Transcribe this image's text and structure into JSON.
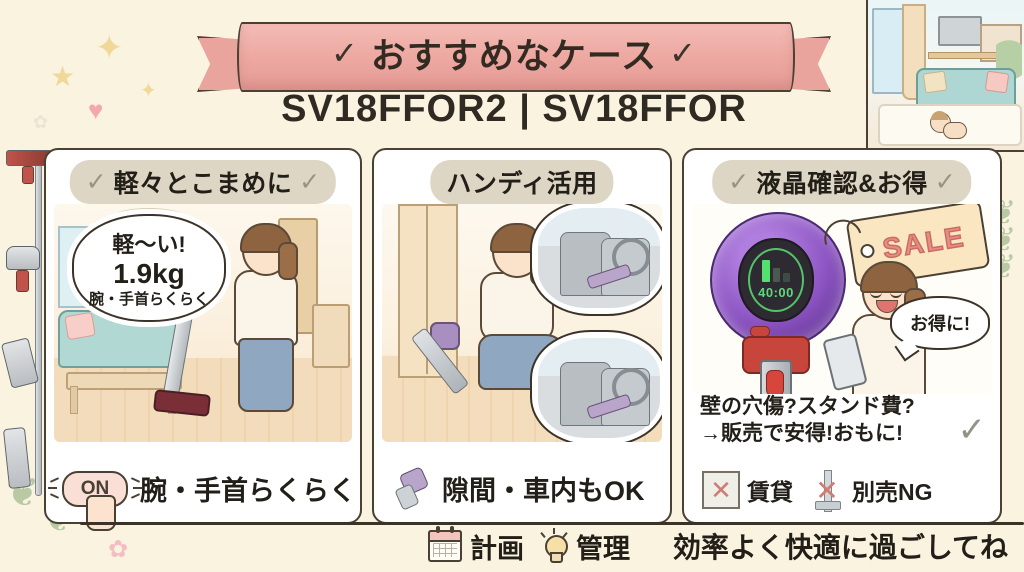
{
  "banner": {
    "check_left": "✓",
    "title": "おすすめなケース",
    "check_right": "✓",
    "models": "SV18FFOR2 | SV18FFOR",
    "ribbon_color": "#eda9a2"
  },
  "panels": [
    {
      "header": {
        "check_left": "✓",
        "title": "軽々とこまめに",
        "check_right": "✓"
      },
      "bubble": {
        "line1": "軽〜い!",
        "line2": "1.9kg",
        "line3": "腕・手首らくらく"
      },
      "caption": {
        "badge": "ON",
        "text": "腕・手首らくらく"
      }
    },
    {
      "header": {
        "check_left": "",
        "title": "ハンディ活用",
        "check_right": ""
      },
      "caption": {
        "text": "隙間・車内もOK"
      }
    },
    {
      "header": {
        "check_left": "✓",
        "title": "液晶確認&お得",
        "check_right": "✓"
      },
      "display": {
        "timer": "40:00"
      },
      "sale_tag": "SALE",
      "bubble": "お得に!",
      "lines": {
        "line1": "壁の穴傷?スタンド費?",
        "line2": "→販売で安得!おもに!",
        "check": "✓"
      },
      "badges": [
        {
          "mark": "✕",
          "label": "賃貸"
        },
        {
          "mark": "✕",
          "label": "別売NG"
        }
      ]
    }
  ],
  "bottom_bar": {
    "items": [
      {
        "icon": "calendar-icon",
        "label": "計画"
      },
      {
        "icon": "lightbulb-icon",
        "label": "管理"
      }
    ],
    "closing_text": "効率よく快適に過ごしてね"
  },
  "colors": {
    "background": "#faf3e0",
    "ribbon": "#eda9a2",
    "header_pill": "#ded6c4",
    "ink": "#221e18",
    "lcd_green": "#54e06e"
  }
}
